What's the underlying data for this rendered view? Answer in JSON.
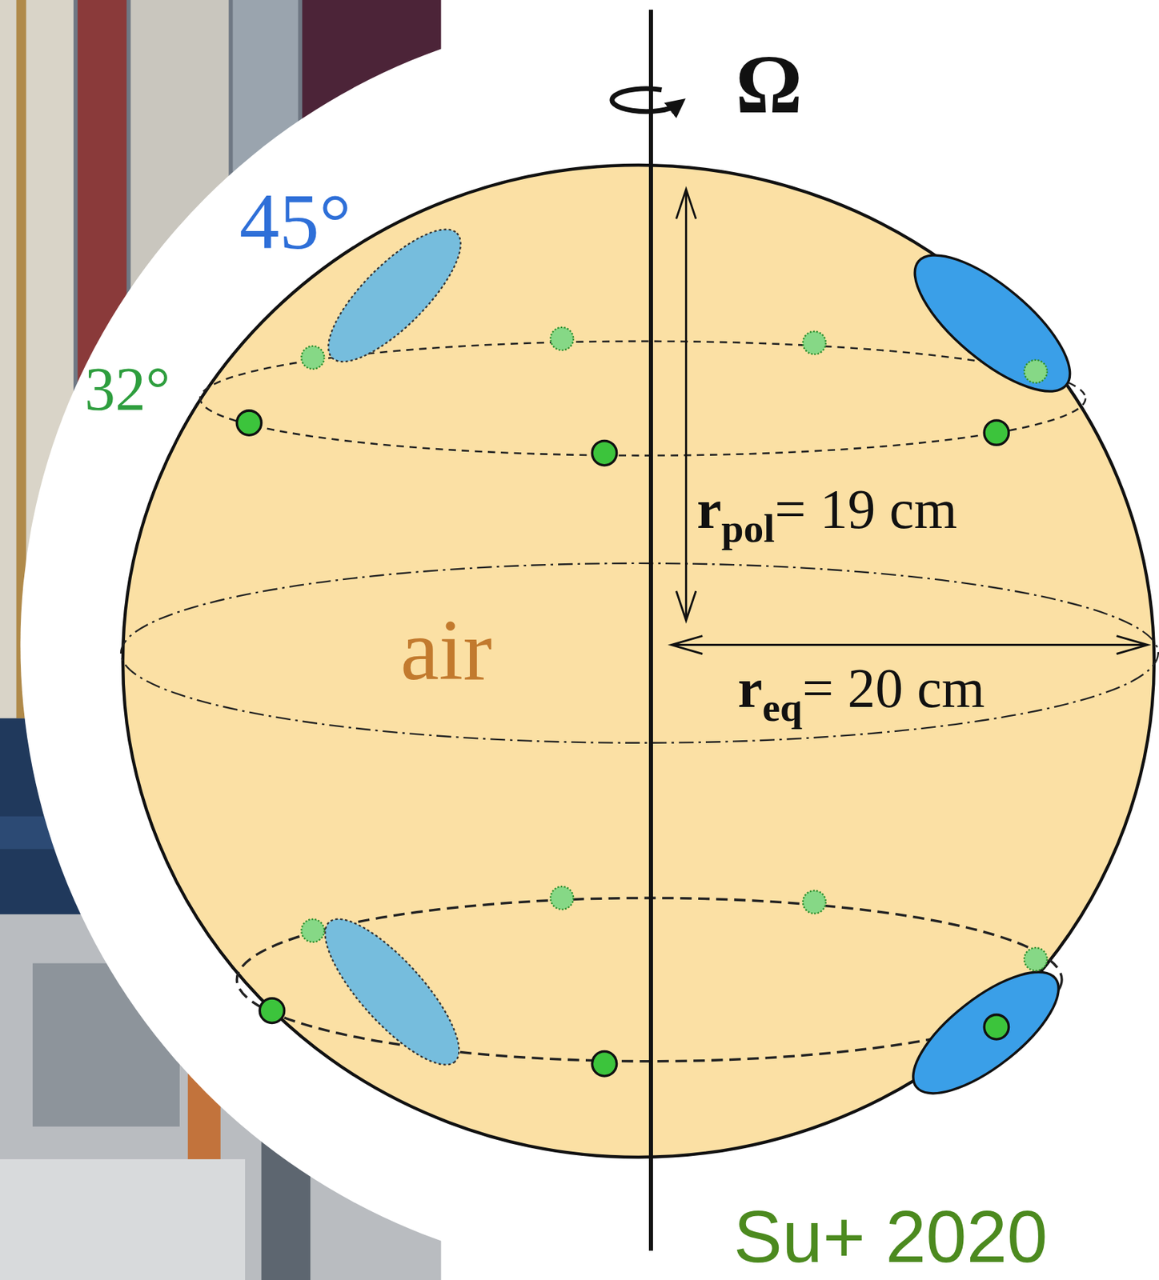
{
  "diagram": {
    "nodes": [
      {
        "text": [
          "air"
        ]
      }
    ],
    "labels": [
      "Ω",
      "45°",
      "32°",
      "r",
      "pol",
      "= 19 cm",
      "r",
      "eq",
      "= 20 cm",
      "Su+ 2020"
    ]
  }
}
